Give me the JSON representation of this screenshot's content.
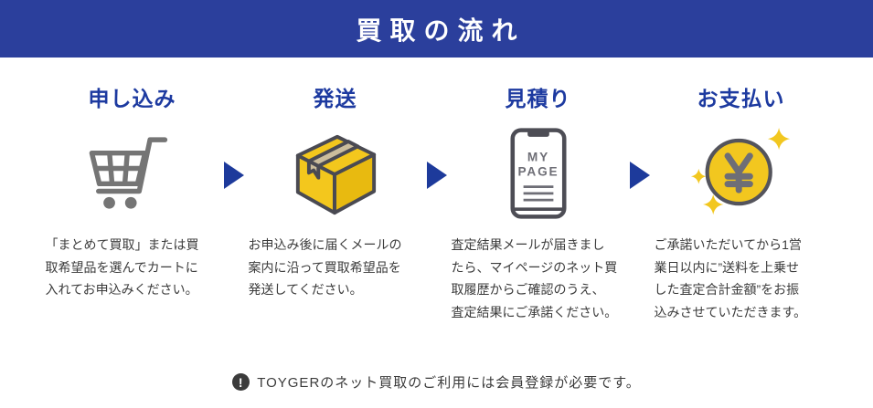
{
  "header": {
    "title": "買取の流れ"
  },
  "steps": [
    {
      "title": "申し込み",
      "icon": "cart-icon",
      "description": "「まとめて買取」または買\n取希望品を選んでカートに\n入れてお申込みください。"
    },
    {
      "title": "発送",
      "icon": "box-icon",
      "description": "お申込み後に届くメールの\n案内に沿って買取希望品を\n発送してください。"
    },
    {
      "title": "見積り",
      "icon": "phone-icon",
      "description": "査定結果メールが届きまし\nたら、マイページのネット買\n取履歴からご確認のうえ、\n査定結果にご承諾ください。"
    },
    {
      "title": "お支払い",
      "icon": "yen-coin-icon",
      "description": "ご承諾いただいてから1営\n業日以内に”送料を上乗せ\nした査定合計金額”をお振\n込みさせていただきます。"
    }
  ],
  "phone_screen": {
    "line1": "MY",
    "line2": "PAGE"
  },
  "footer": {
    "notice_icon": "!",
    "note": "TOYGERのネット買取のご利用には会員登録が必要です。"
  },
  "colors": {
    "header_bg": "#2B3F9C",
    "accent_blue": "#1D3AA0",
    "arrow_blue": "#1D3A9B",
    "icon_gray": "#757575",
    "outline_gray": "#4A4A52",
    "yellow": "#F2C71F",
    "tape_beige": "#CBBD9C",
    "text_gray": "#3B3B3B"
  }
}
